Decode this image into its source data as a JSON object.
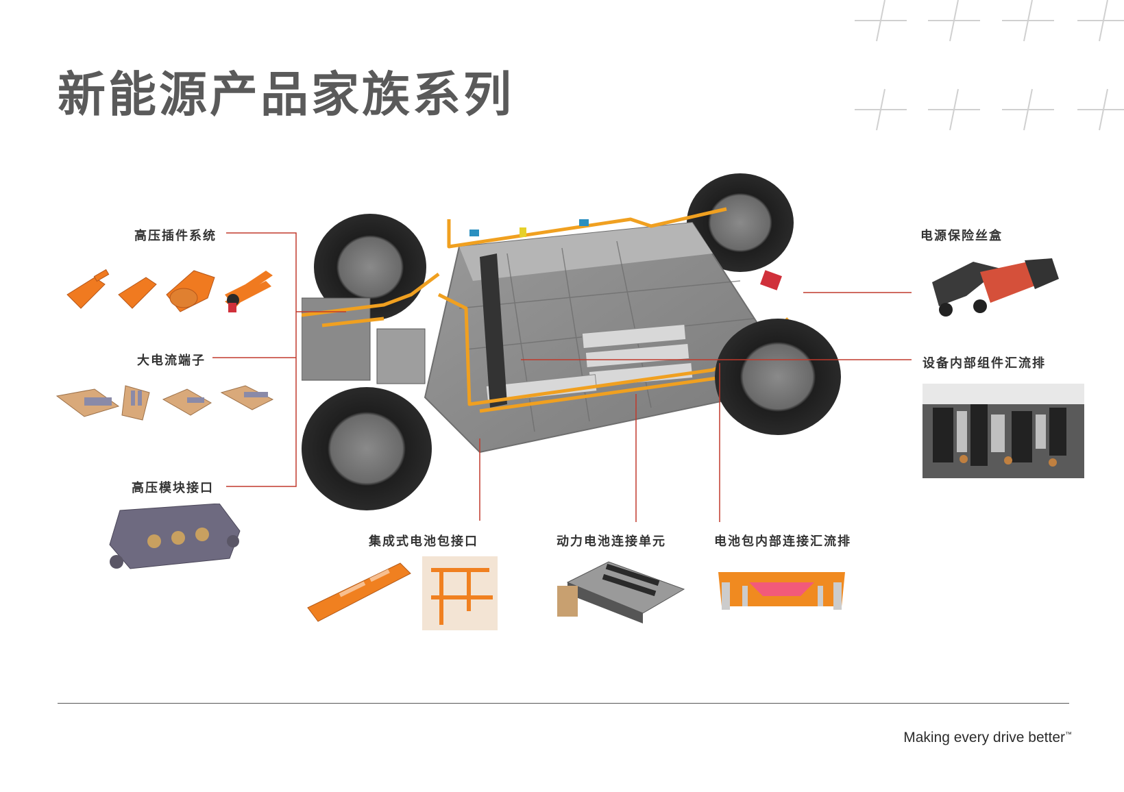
{
  "title": "新能源产品家族系列",
  "labels": {
    "hv_connector": "高压插件系统",
    "high_current_terminal": "大电流端子",
    "hv_module_interface": "高压模块接口",
    "integrated_battery_interface": "集成式电池包接口",
    "battery_connection_unit": "动力电池连接单元",
    "battery_busbar": "电池包内部连接汇流排",
    "fuse_box": "电源保险丝盒",
    "device_busbar": "设备内部组件汇流排"
  },
  "footer": {
    "tagline": "Making every drive better",
    "trademark": "™"
  },
  "colors": {
    "accent_orange": "#f0a020",
    "leader_red": "#c0392b",
    "title_gray": "#5a5a5a"
  }
}
